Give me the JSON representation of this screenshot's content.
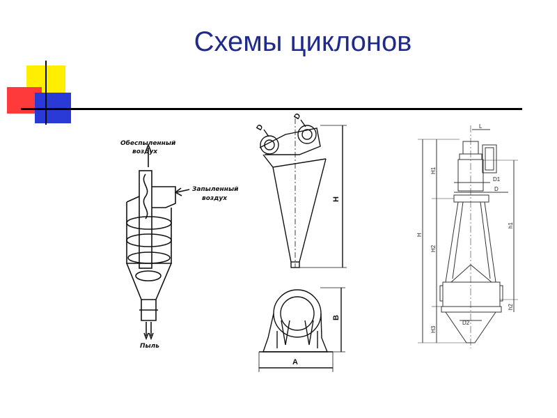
{
  "slide": {
    "title": "Схемы циклонов",
    "colors": {
      "yellow": "#ffee00",
      "red": "#ff3333",
      "blue": "#2a3ad6",
      "title": "#1f2a8a"
    }
  },
  "diagram1": {
    "label_clean_air_1": "Обеспыленный",
    "label_clean_air_2": "воздух",
    "label_dusty_air_1": "Запыленный",
    "label_dusty_air_2": "воздух",
    "label_dust": "Пыль"
  },
  "diagram2": {
    "label_d1": "D",
    "label_d2": "D",
    "label_h": "H",
    "label_b": "B",
    "label_a": "A"
  },
  "diagram3": {
    "label_L": "L",
    "label_D1": "D1",
    "label_D": "D",
    "label_H1": "H1",
    "label_H": "H",
    "label_h1": "h1",
    "label_H2": "H2",
    "label_h2": "h2",
    "label_D2": "D2",
    "label_H3": "H3"
  }
}
